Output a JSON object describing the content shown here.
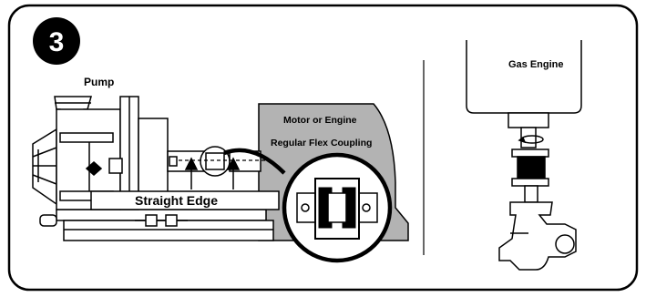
{
  "step_badge": "3",
  "left_panel": {
    "pump_label": "Pump",
    "motor_label": "Motor or Engine",
    "coupling_label": "Regular Flex Coupling",
    "straight_edge_label": "Straight Edge"
  },
  "right_panel": {
    "engine_label": "Gas Engine"
  },
  "colors": {
    "outline": "#000000",
    "motor_housing_fill": "#b3b3b3",
    "background": "#ffffff"
  },
  "icons": [
    "rotation-arrow-icon",
    "alignment-arrow-icon",
    "magnifier-circle-icon"
  ]
}
